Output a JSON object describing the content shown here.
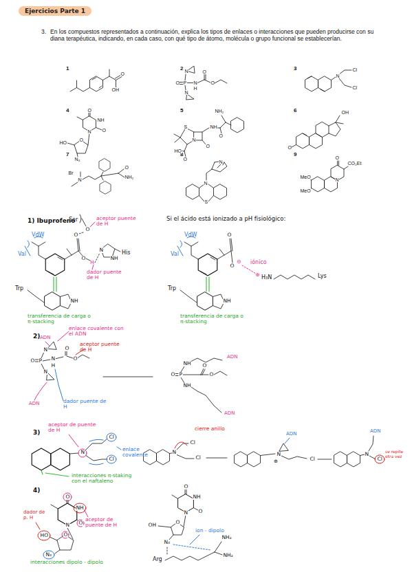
{
  "diagram": {
    "title": "Ejercicios Parte 1",
    "labels": [
      "3.",
      "En los compuestos representados a continuación, explica los tipos de enlaces o interacciones que pueden producirse con su diana terapéutica, indicando, en cada caso, con qué tipo de átomo, molécula o grupo funcional se establecerían.",
      "1",
      "2",
      "3",
      "4",
      "5",
      "6",
      "7",
      "8",
      "9",
      "O",
      "OH",
      "O",
      "P",
      "N",
      "N",
      "N",
      "H",
      "O",
      "O",
      "N",
      "Cl",
      "Cl",
      "O",
      "NH",
      "O",
      "N",
      "O",
      "HO",
      "N₃",
      "NH₂",
      "S",
      "N",
      "O",
      "HO",
      "O",
      "NH",
      "O",
      "OH",
      "O",
      "Br",
      "N",
      "O",
      "NH₂",
      "N",
      "S",
      "N",
      "O",
      "CO₂Et",
      "MeO",
      "MeO",
      "N",
      "1) Ibuprofeno",
      "Ser",
      "aceptor puente de H",
      "VdW",
      "Val",
      "O",
      "O",
      "O",
      "H",
      "dador puente de H",
      "N",
      "NH",
      "His",
      "Trp",
      "NH",
      "transferencia de carga o π-stacking",
      "Si el ácido está ionizado a pH fisiológico:",
      "VdW",
      "Val",
      "O",
      "O",
      "⊖",
      "iónico",
      "⊕",
      "H₃N",
      "Lys",
      "Trp",
      "NH",
      "transferencia de carga o π-stacking",
      "2)",
      "enlace covalente con el ADN",
      "ADN",
      "O",
      "P",
      "N",
      "N",
      "N",
      "H",
      "O",
      "O",
      "aceptor puente de H",
      "ADN",
      "dador puente de H",
      "ADN",
      "O",
      "P",
      "NH",
      "NH",
      "O",
      "O",
      "ADN",
      "3)",
      "aceptor de puente de H",
      "N",
      "Cl",
      "Cl",
      "enlace covalente",
      "interacciones π-staking con el naftaleno",
      "N",
      "Cl",
      "Cl",
      "cierre anillo",
      "N",
      "⊕",
      "Cl",
      "ADN",
      "N",
      "ADN",
      "Cl",
      "se repite otra vez",
      "4)",
      "O",
      "NH",
      "O",
      "N",
      "HO",
      "O",
      "N₃",
      "dador de p. H",
      "aceptor de puente de H",
      "interacciones dipolo - dipolo",
      "O",
      "NH",
      "O",
      "N",
      "OH",
      "O",
      "N₃",
      "ion - dipolo",
      "Arg",
      "NH₂",
      "NH₂"
    ]
  }
}
